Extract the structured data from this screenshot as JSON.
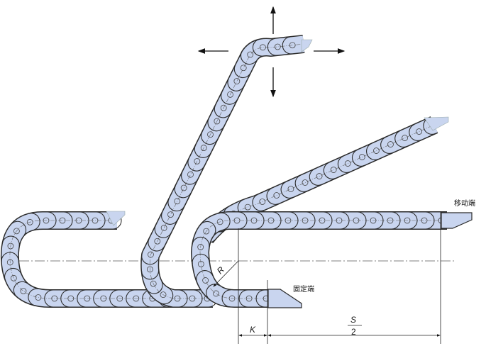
{
  "labels": {
    "moving_end": "移动端",
    "fixed_end": "固定端",
    "radius": "R",
    "k": "K",
    "s_numerator": "S",
    "s_denominator": "2"
  },
  "colors": {
    "chain_fill": "#c9d5ef",
    "outline": "#2b2b2b"
  }
}
